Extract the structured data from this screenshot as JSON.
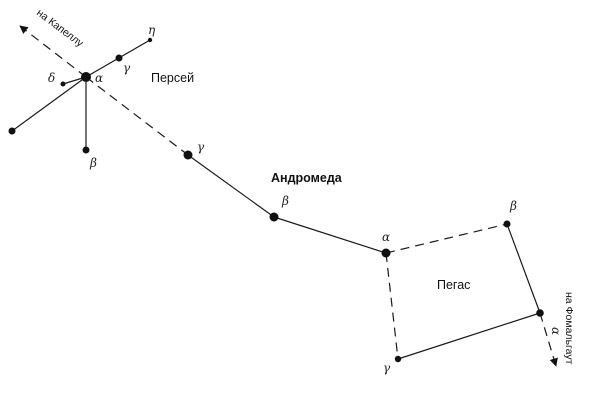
{
  "constellations": {
    "perseus": "Персей",
    "andromeda": "Андромеда",
    "pegasus": "Пегас"
  },
  "directions": {
    "capella": "на Капеллу",
    "fomalhaut": "на Фомальгаут"
  },
  "stars": {
    "perseus_alpha": "α",
    "perseus_beta": "β",
    "perseus_gamma": "γ",
    "perseus_delta": "δ",
    "perseus_eta": "η",
    "andromeda_gamma": "γ",
    "andromeda_beta": "β",
    "andromeda_alpha": "α",
    "pegasus_beta": "β",
    "pegasus_gamma": "γ",
    "pegasus_alpha": "α"
  }
}
